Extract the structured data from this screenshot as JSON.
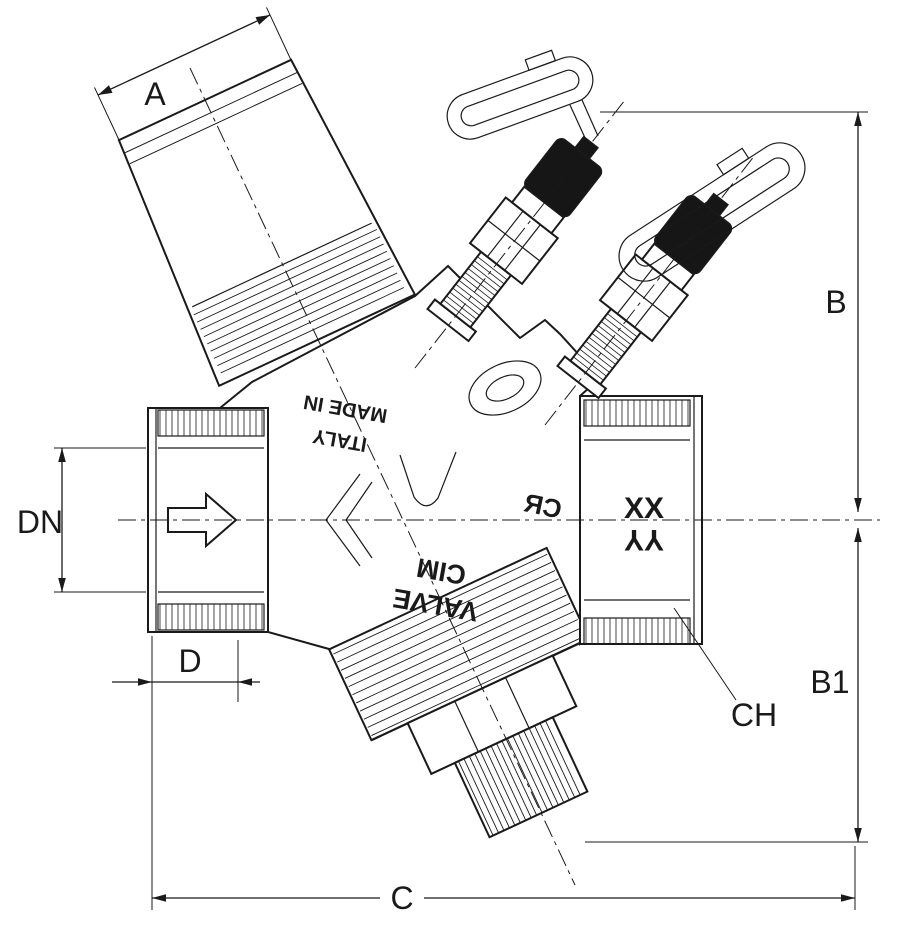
{
  "drawing": {
    "dimensions": {
      "a": "A",
      "b": "B",
      "b1": "B1",
      "c": "C",
      "d": "D",
      "dn": "DN",
      "ch": "CH"
    },
    "markings": {
      "made_in": "MADE IN",
      "italy": "ITALY",
      "brand_line1": "CIM",
      "brand_line2": "VALVE",
      "cr": "CR",
      "size_code_top": "XX",
      "size_code_bottom": "YY"
    },
    "colors": {
      "line": "#1a1a1a",
      "cap_fill": "#161616",
      "background": "#ffffff"
    }
  }
}
